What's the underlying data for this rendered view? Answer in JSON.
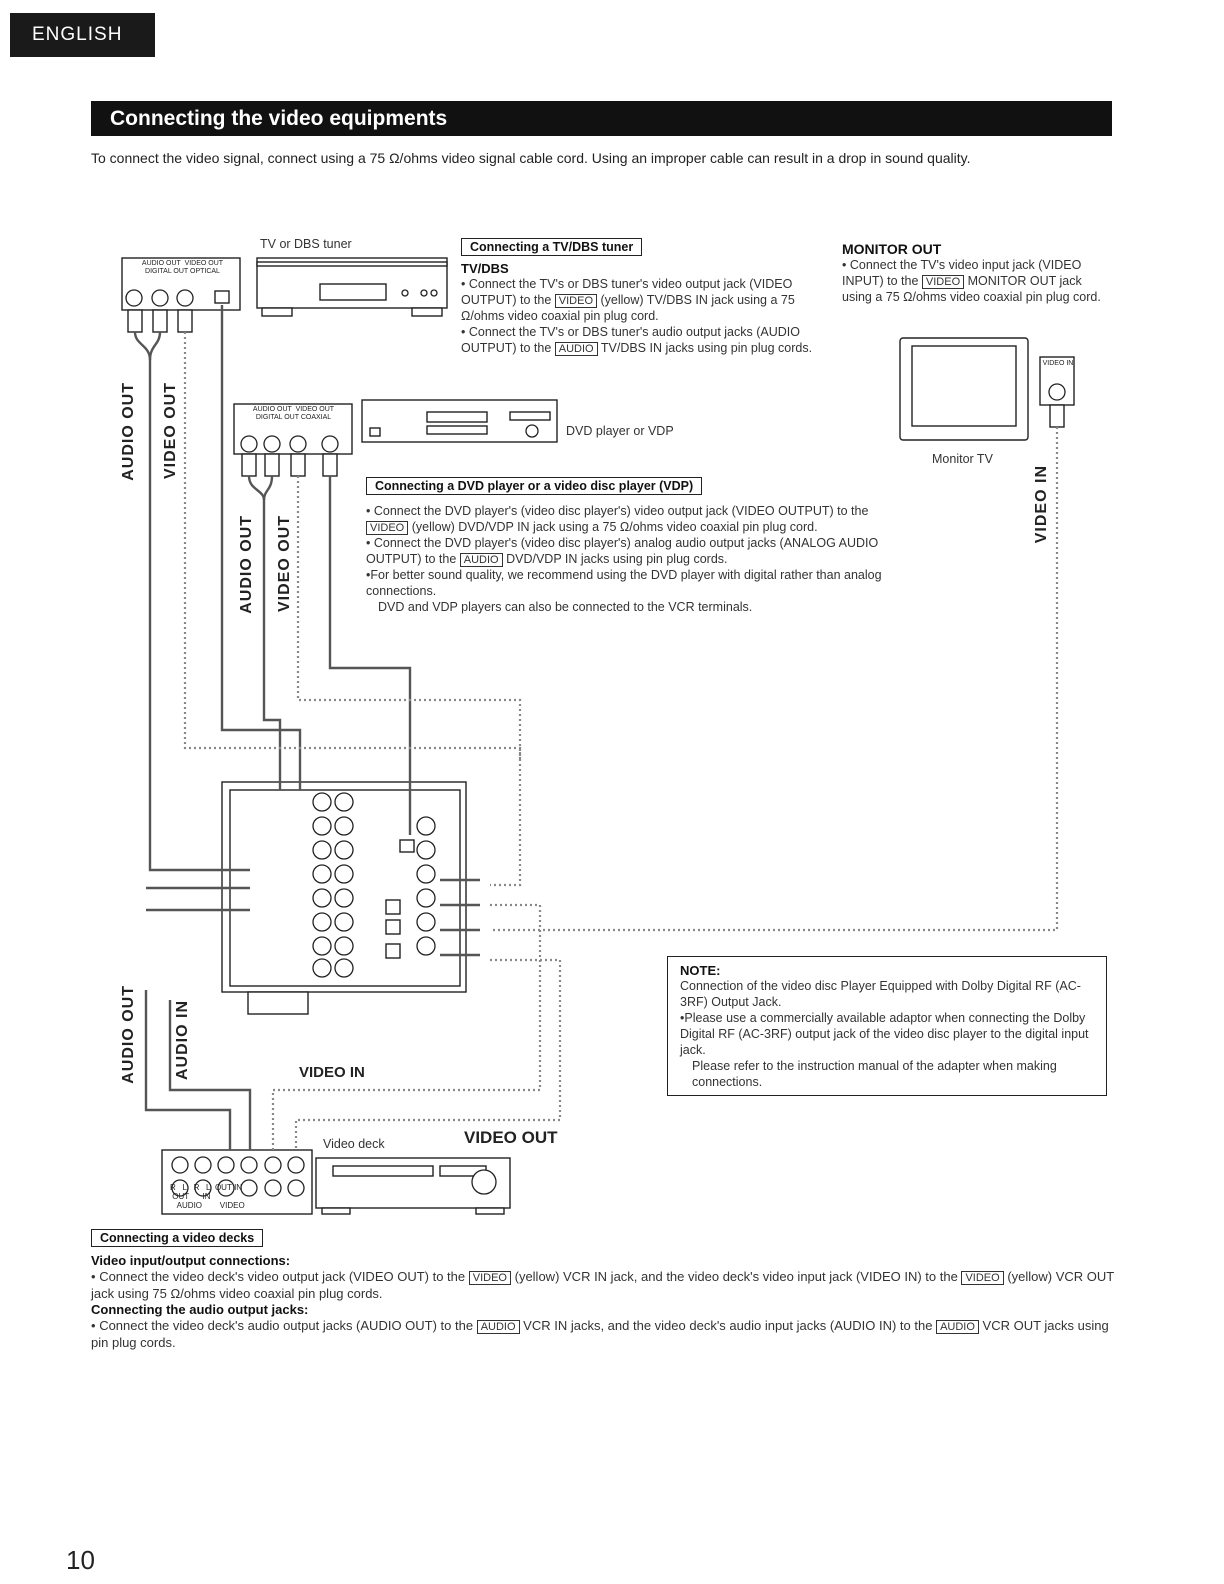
{
  "header": {
    "language_tab": "ENGLISH",
    "section_title": "Connecting the video equipments"
  },
  "intro": "To connect the video signal, connect using a 75 Ω/ohms video signal cable cord. Using an improper cable can result in a drop in sound quality.",
  "diagram": {
    "tv_dbs_label": "TV or DBS tuner",
    "dvd_label": "DVD player or VDP",
    "monitor_label": "Monitor TV",
    "video_deck_label": "Video deck",
    "tv_jacks_audio_out": "AUDIO OUT",
    "tv_jacks_video_out": "VIDEO OUT",
    "tv_jacks_digital_out": "DIGITAL OUT OPTICAL",
    "dvd_jacks_audio_out": "AUDIO OUT",
    "dvd_jacks_video_out": "VIDEO OUT",
    "dvd_jacks_digital_out": "DIGITAL OUT COAXIAL",
    "monitor_jack": "VIDEO IN",
    "vlabel_audio_out_1": "AUDIO OUT",
    "vlabel_video_out_1": "VIDEO OUT",
    "vlabel_audio_out_2": "AUDIO OUT",
    "vlabel_video_out_2": "VIDEO OUT",
    "vlabel_video_in_monitor": "VIDEO IN",
    "vlabel_audio_out_3": "AUDIO OUT",
    "vlabel_audio_in": "AUDIO IN",
    "video_in_label": "VIDEO IN",
    "video_out_label": "VIDEO OUT",
    "deck_jacks_audio": "AUDIO",
    "deck_jacks_video": "VIDEO",
    "deck_jacks_out": "OUT",
    "deck_jacks_in": "IN",
    "jack_R": "R",
    "jack_L": "L"
  },
  "tv_box": {
    "heading": "Connecting a TV/DBS tuner",
    "subheading": "TV/DBS",
    "bullet1_a": "Connect the TV's or DBS tuner's video output jack (VIDEO OUTPUT) to the",
    "bullet1_tag": "VIDEO",
    "bullet1_b": "(yellow) TV/DBS IN jack using a 75 Ω/ohms video coaxial pin plug cord.",
    "bullet2_a": "Connect the TV's or DBS tuner's audio output jacks (AUDIO OUTPUT) to the",
    "bullet2_tag": "AUDIO",
    "bullet2_b": "TV/DBS IN jacks using pin plug cords."
  },
  "monitor_box": {
    "heading": "MONITOR OUT",
    "bullet_a": "Connect the TV's video input jack (VIDEO INPUT) to the",
    "bullet_tag": "VIDEO",
    "bullet_b": "MONITOR OUT jack using a 75 Ω/ohms video coaxial pin plug cord."
  },
  "dvd_box": {
    "heading": "Connecting a DVD player or a video disc player (VDP)",
    "bullet1_a": "Connect the DVD player's (video disc player's) video output jack (VIDEO OUTPUT) to the",
    "bullet1_tag": "VIDEO",
    "bullet1_b": "(yellow) DVD/VDP IN jack using a 75 Ω/ohms video coaxial pin plug cord.",
    "bullet2_a": "Connect the DVD player's (video disc player's) analog audio output jacks (ANALOG AUDIO OUTPUT) to the",
    "bullet2_tag": "AUDIO",
    "bullet2_b": "DVD/VDP IN jacks using pin plug cords.",
    "bullet3": "For better sound quality, we recommend using the DVD player with digital rather than analog connections.",
    "note": "DVD and VDP players can also be connected to the VCR terminals."
  },
  "note_box": {
    "heading": "NOTE:",
    "text": "Connection of the video disc Player Equipped with Dolby Digital RF (AC-3RF) Output Jack.",
    "bullet": "Please use a commercially available adaptor when connecting the Dolby Digital RF (AC-3RF) output jack of the video disc player to the digital input jack.",
    "bullet_cont": "Please refer to the instruction manual of the adapter when making connections."
  },
  "video_decks": {
    "heading": "Connecting a video decks",
    "sub1": "Video input/output connections:",
    "bullet1_a": "Connect the video deck's video output jack (VIDEO OUT) to the",
    "bullet1_tag1": "VIDEO",
    "bullet1_b": "(yellow) VCR IN jack, and the video deck's video input jack (VIDEO IN) to the",
    "bullet1_tag2": "VIDEO",
    "bullet1_c": "(yellow) VCR OUT jack using 75 Ω/ohms video coaxial pin plug cords.",
    "sub2": "Connecting the audio output jacks:",
    "bullet2_a": "Connect the video deck's audio output jacks (AUDIO OUT) to the",
    "bullet2_tag1": "AUDIO",
    "bullet2_b": "VCR IN jacks, and the video deck's audio input jacks (AUDIO IN) to the",
    "bullet2_tag2": "AUDIO",
    "bullet2_c": "VCR OUT jacks using pin plug cords."
  },
  "page_number": "10"
}
